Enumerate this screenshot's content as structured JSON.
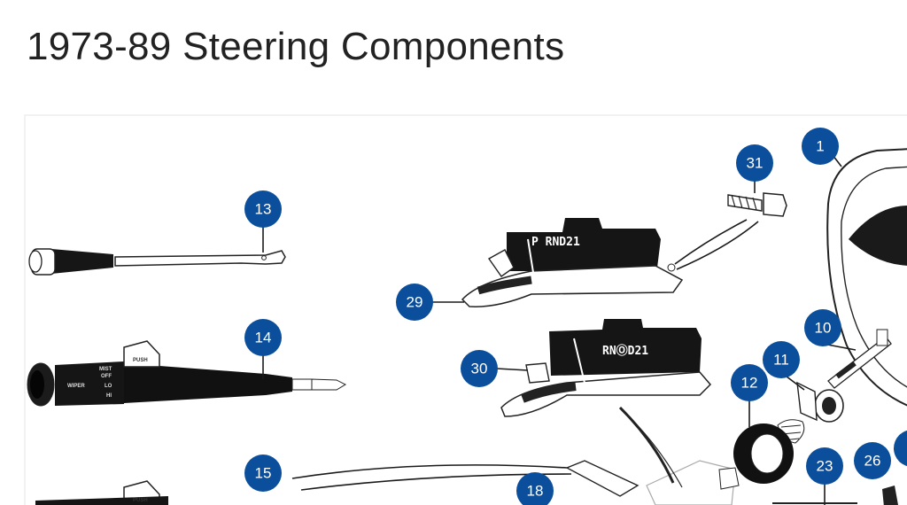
{
  "page": {
    "title": "1973-89 Steering Components"
  },
  "diagram": {
    "selector_upper_text": "P  RND21",
    "selector_lower_text": "RNⓄD21",
    "wiper_labels": [
      "MIST",
      "OFF",
      "LO",
      "HI",
      "WIPER",
      "PUSH"
    ],
    "callouts": [
      {
        "id": "1",
        "label": "1"
      },
      {
        "id": "10",
        "label": "10"
      },
      {
        "id": "11",
        "label": "11"
      },
      {
        "id": "12",
        "label": "12"
      },
      {
        "id": "13",
        "label": "13"
      },
      {
        "id": "14",
        "label": "14"
      },
      {
        "id": "15",
        "label": "15"
      },
      {
        "id": "18",
        "label": "18"
      },
      {
        "id": "23",
        "label": "23"
      },
      {
        "id": "26",
        "label": "26"
      },
      {
        "id": "29",
        "label": "29"
      },
      {
        "id": "30",
        "label": "30"
      },
      {
        "id": "31",
        "label": "31"
      }
    ]
  }
}
